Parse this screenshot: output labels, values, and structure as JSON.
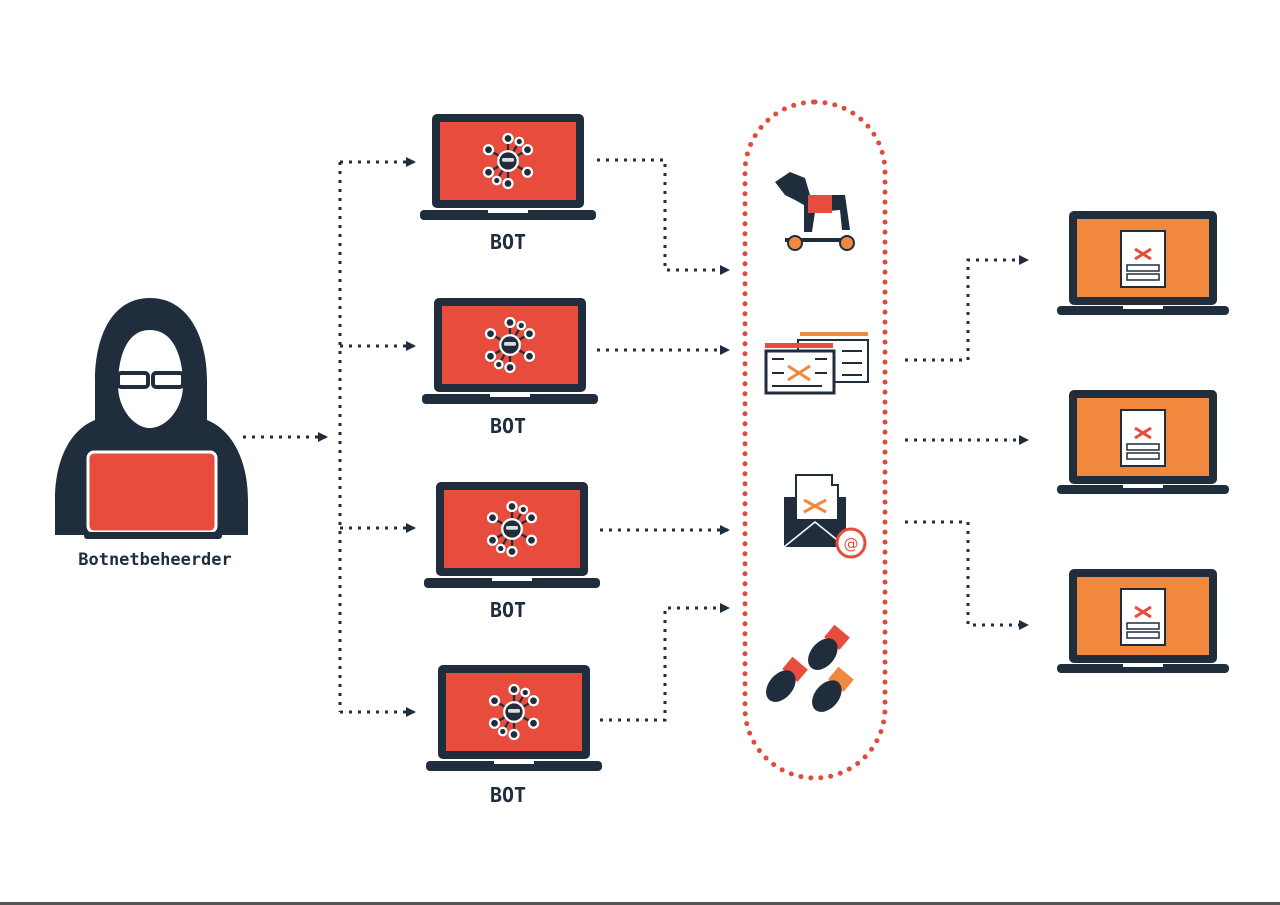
{
  "controller": {
    "label": "Botnetbeheerder"
  },
  "bots": [
    {
      "label": "BOT"
    },
    {
      "label": "BOT"
    },
    {
      "label": "BOT"
    },
    {
      "label": "BOT"
    }
  ],
  "attack_methods": [
    "trojan-horse-icon",
    "malicious-webpage-icon",
    "phishing-email-icon",
    "bombs-icon"
  ],
  "targets": [
    "target-laptop-1",
    "target-laptop-2",
    "target-laptop-3"
  ],
  "colors": {
    "dark": "#1f2d3d",
    "red": "#e84c3d",
    "orange": "#f0883e",
    "dots": "#e24a3b"
  }
}
